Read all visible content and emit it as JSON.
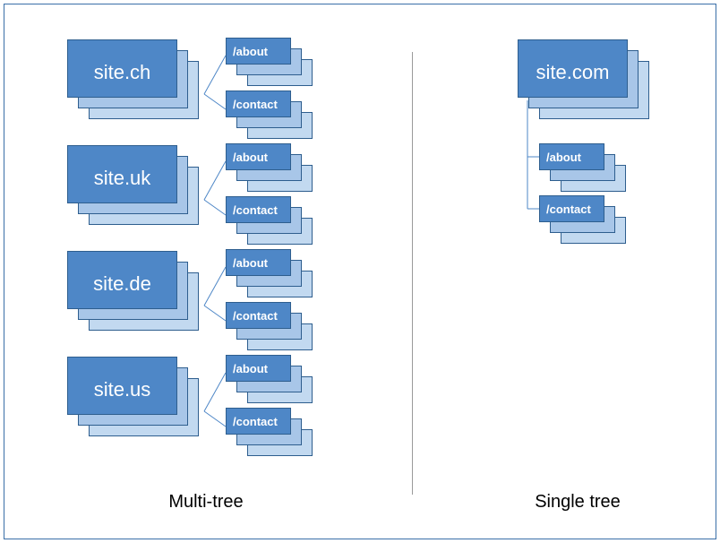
{
  "diagram": {
    "title_left": "Multi-tree",
    "title_right": "Single tree",
    "colors": {
      "card_front": "#4E87C7",
      "card_mid": "#A8C6E8",
      "card_back": "#C2D9F0",
      "card_border": "#2E5E8E",
      "connector": "#4E87C7",
      "divider": "#9A9A9A",
      "page_border": "#3A6FA8",
      "label_text": "#FFFFFF",
      "caption_text": "#000000",
      "background": "#FFFFFF"
    }
  },
  "left_panel": {
    "caption": "Multi-tree",
    "connector_style": "diagonal",
    "trees": [
      {
        "root": "site.ch",
        "children": [
          "/about",
          "/contact"
        ]
      },
      {
        "root": "site.uk",
        "children": [
          "/about",
          "/contact"
        ]
      },
      {
        "root": "site.de",
        "children": [
          "/about",
          "/contact"
        ]
      },
      {
        "root": "site.us",
        "children": [
          "/about",
          "/contact"
        ]
      }
    ]
  },
  "right_panel": {
    "caption": "Single tree",
    "connector_style": "elbow",
    "trees": [
      {
        "root": "site.com",
        "children": [
          "/about",
          "/contact"
        ]
      }
    ]
  }
}
